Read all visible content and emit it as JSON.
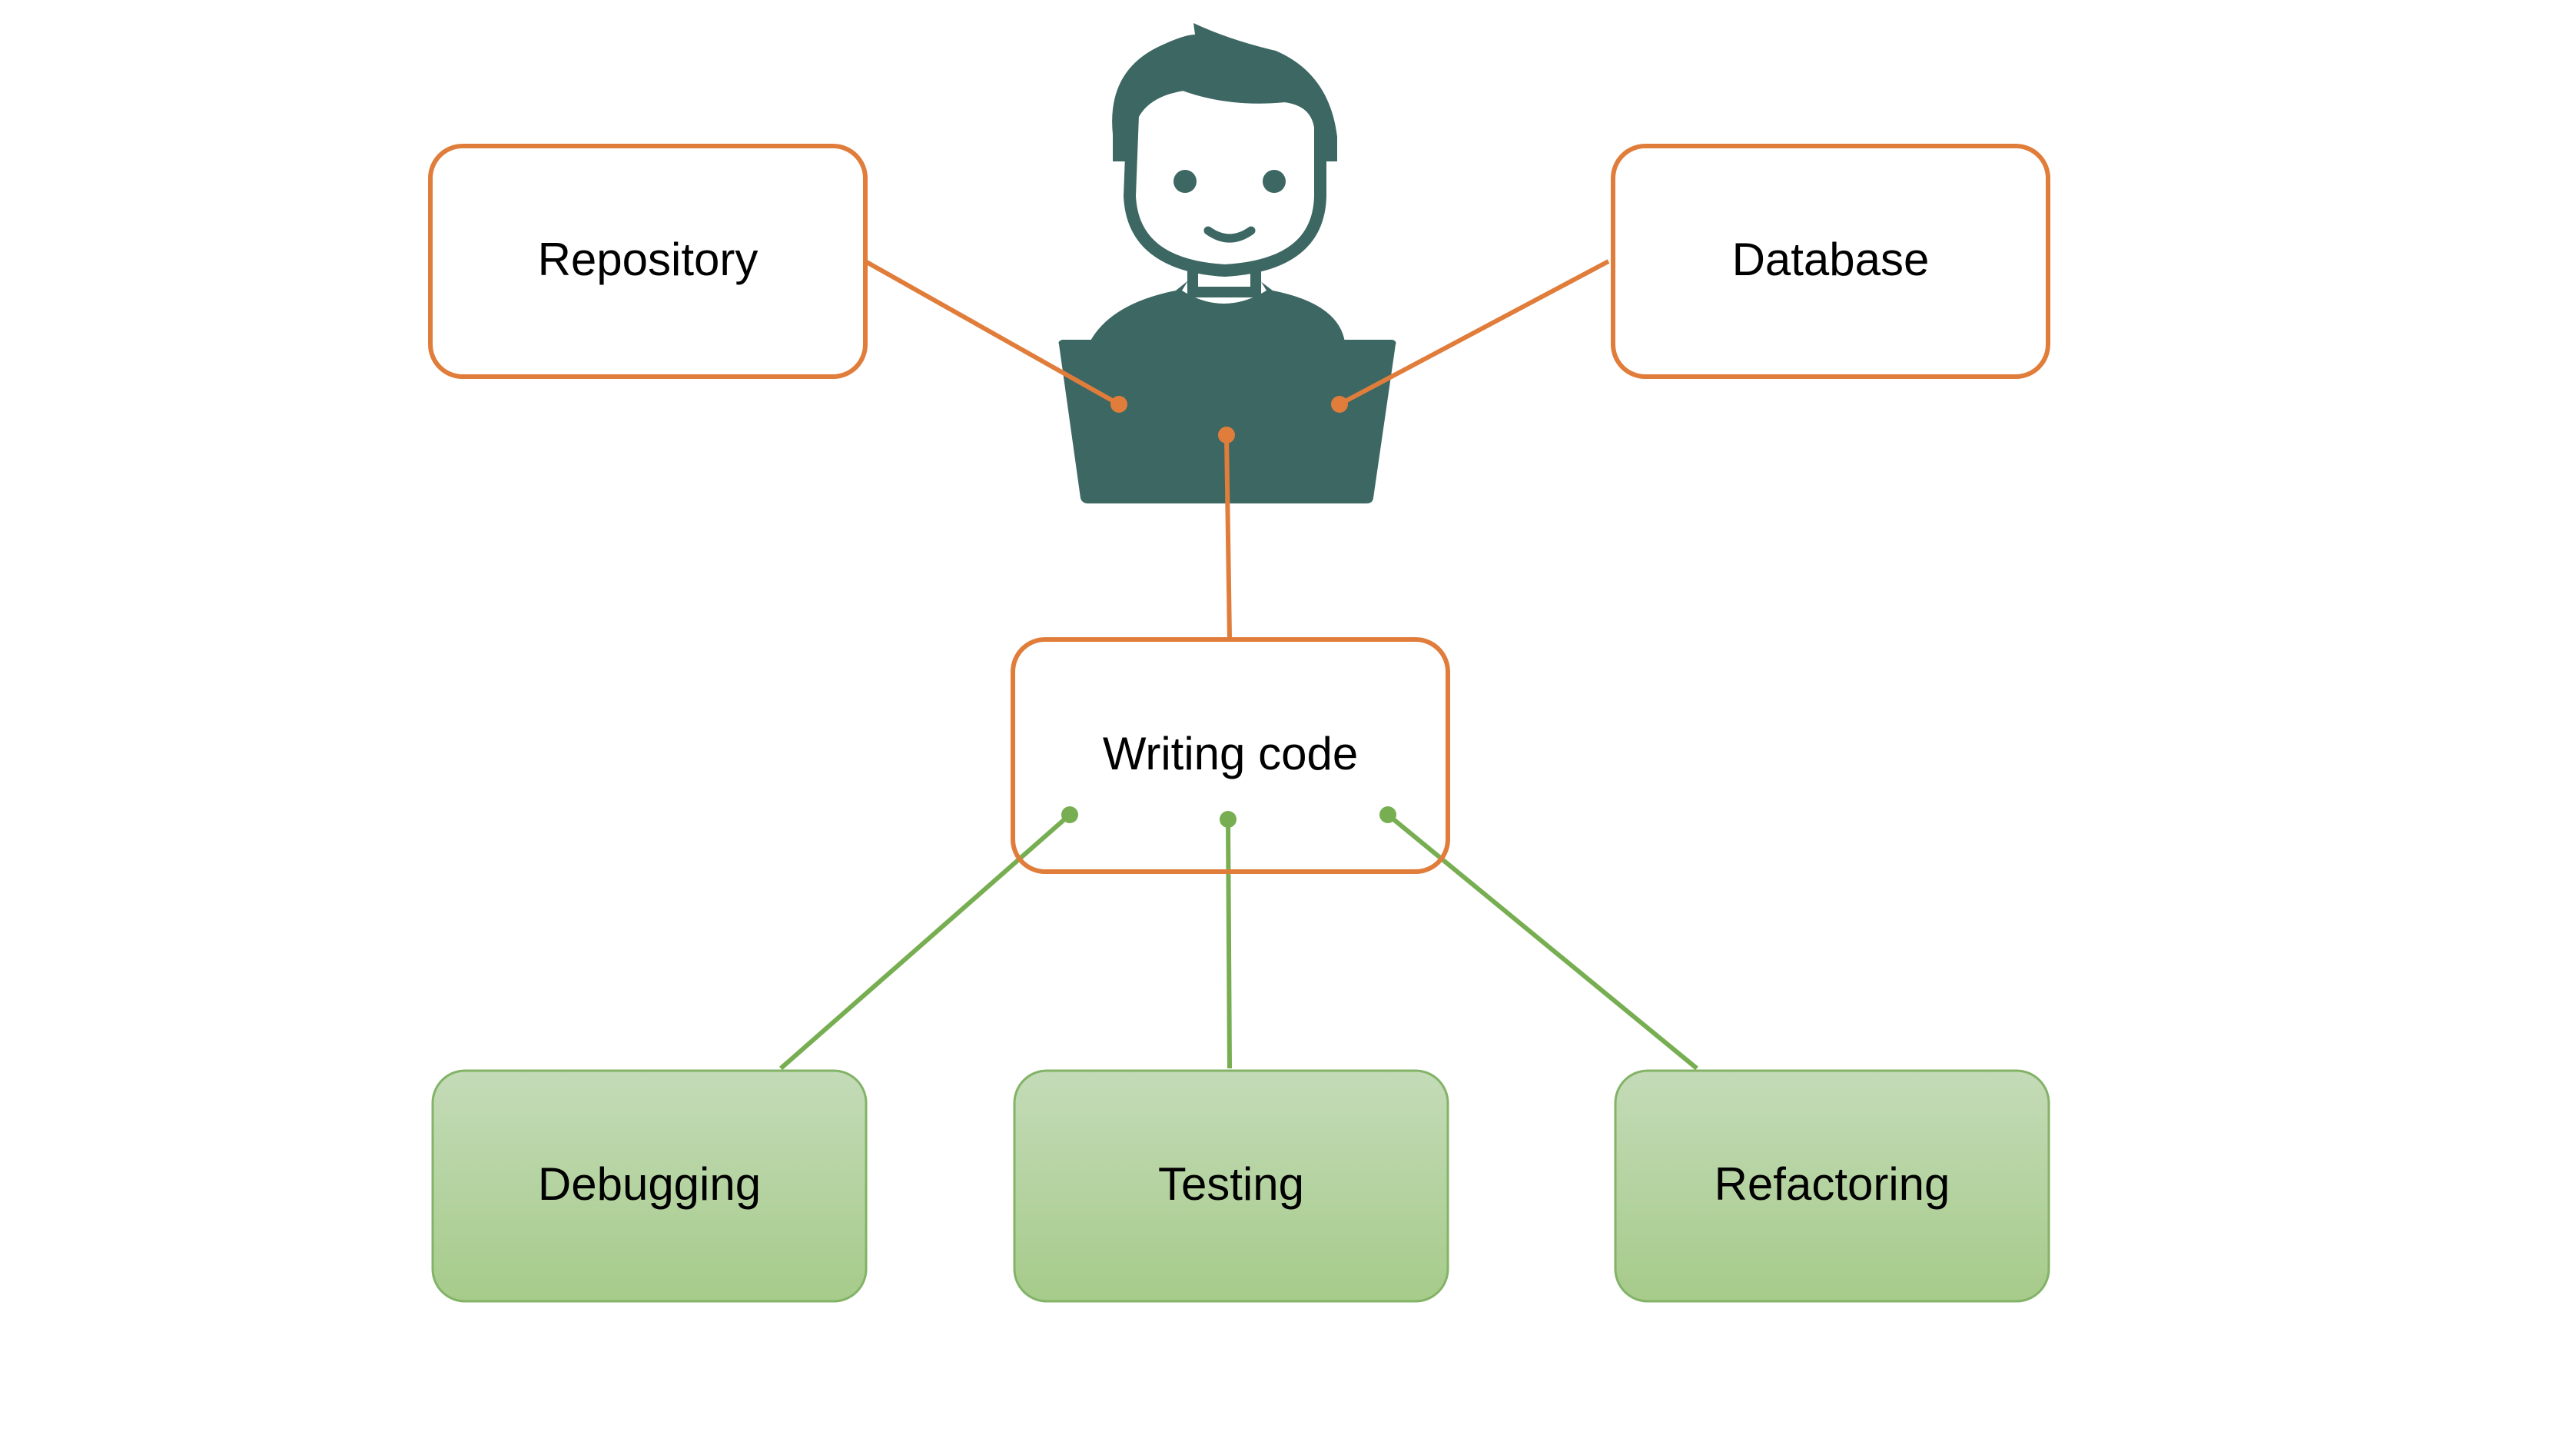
{
  "colors": {
    "orange": "#E07D3B",
    "green_line": "#78AE52",
    "green_border": "#82B366",
    "green_fill_top": "#C2DAB6",
    "green_fill_bottom": "#A8CC8C",
    "figure": "#3D6762",
    "text": "#000000",
    "background": "#FFFFFF"
  },
  "icons": {
    "developer": "developer-at-laptop-icon"
  },
  "nodes": {
    "repository": "Repository",
    "database": "Database",
    "writing_code": "Writing code",
    "debugging": "Debugging",
    "testing": "Testing",
    "refactoring": "Refactoring"
  }
}
